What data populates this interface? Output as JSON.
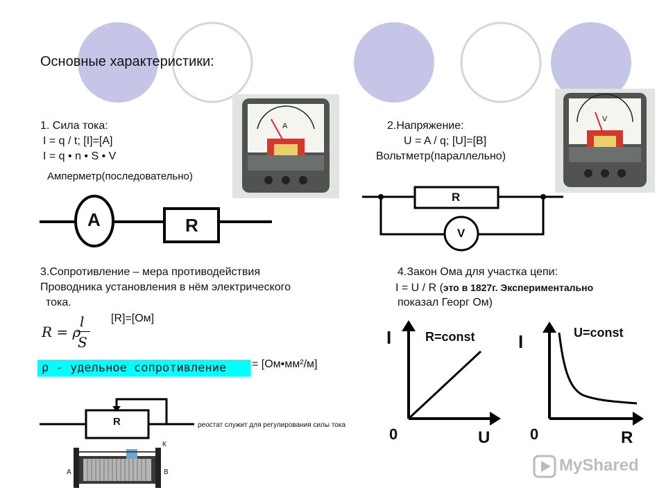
{
  "slide": {
    "title": "Основные характеристики:",
    "current": {
      "heading": "1. Сила тока:",
      "formula1": "I = q / t; [I]=[A]",
      "formula2": "I = q • n • S • V",
      "device": "Амперметр(последовательно)",
      "meter_letter": "A",
      "resistor_label": "R",
      "circuit_meter_label": "A"
    },
    "voltage": {
      "heading": "2.Напряжение:",
      "formula": "U = A / q; [U]=[В]",
      "device": "Вольтметр(параллельно)",
      "resistor_label": "R",
      "circuit_meter_label": "V",
      "meter_letter": "V"
    },
    "resistance": {
      "line1": "3.Сопротивление – мера противодействия",
      "line2": "Проводника установления в нём электрического",
      "line3": "тока.",
      "unit": "[R]=[Ом]",
      "formula_lhs": "R = ρ",
      "formula_num": "l",
      "formula_den": "S",
      "rho_label": "ρ - удельное сопротивление",
      "rho_unit": "= [Ом•мм²/м]"
    },
    "rheostat": {
      "resistor_label": "R",
      "note": "реостат служит для регулирования силы тока",
      "label_a": "А",
      "label_b": "В",
      "label_k": "К"
    },
    "ohm": {
      "line1": "4.Закон Ома для участка цепи:",
      "line2_start": "I = U / R (",
      "line2_bold": "это в 1827г. Экспериментально",
      "line3": "показал Георг Ом)"
    },
    "graph1": {
      "y_label": "I",
      "x_label": "U",
      "origin": "0",
      "curve_label": "R=const"
    },
    "graph2": {
      "y_label": "I",
      "x_label": "R",
      "origin": "0",
      "curve_label": "U=const"
    },
    "watermark": "MyShared",
    "colors": {
      "circle_fill": "#c5c5e8",
      "circle_outline": "#d2d2d2",
      "highlight": "#00ffff"
    }
  }
}
